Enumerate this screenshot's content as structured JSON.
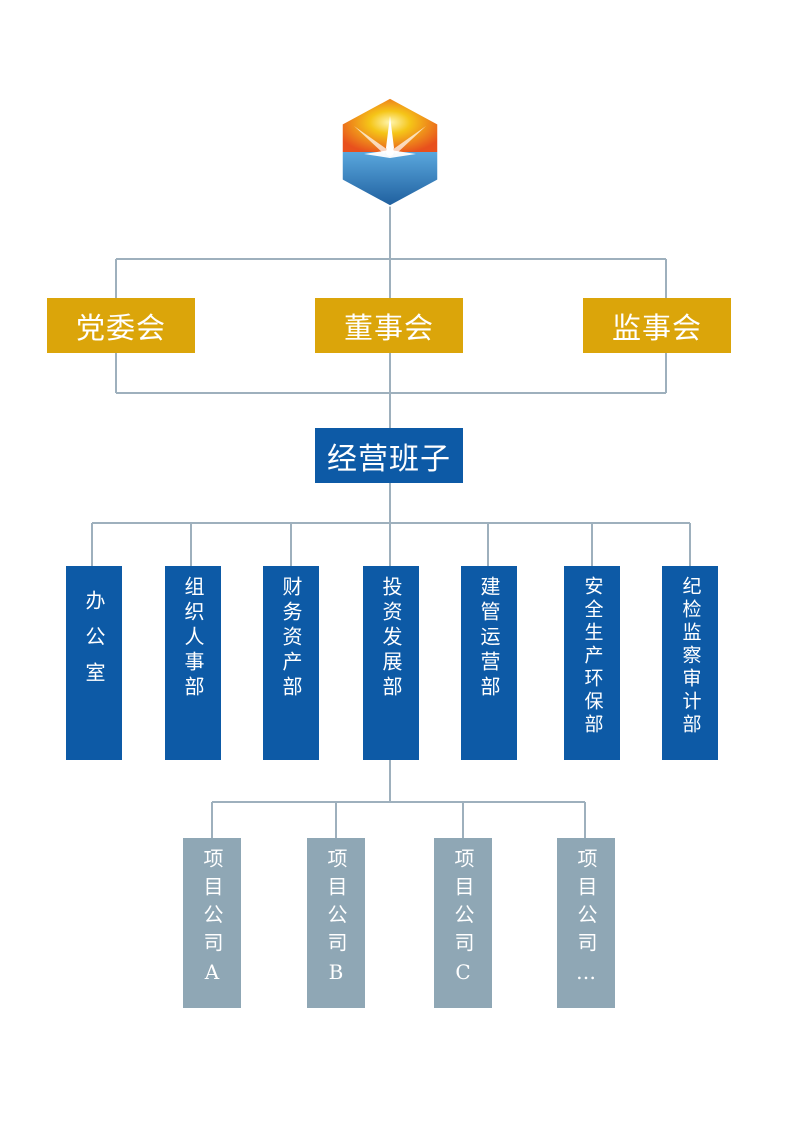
{
  "governance": {
    "party_committee": "党委会",
    "board_of_directors": "董事会",
    "supervisory_board": "监事会"
  },
  "management": {
    "team": "经营班子"
  },
  "departments": [
    "办公室",
    "组织人事部",
    "财务资产部",
    "投资发展部",
    "建管运营部",
    "安全生产环保部",
    "纪检监察审计部"
  ],
  "projects": [
    "项目公司A",
    "项目公司B",
    "项目公司C",
    "项目公司…"
  ],
  "colors": {
    "gold_box": "#dba50a",
    "navy_box": "#0d5aa6",
    "project_box": "#8fa7b5",
    "connector": "#9eb0bd",
    "logo_orange": "#e8501d",
    "logo_yellow": "#f5c518",
    "logo_blue": "#2f86c6"
  }
}
